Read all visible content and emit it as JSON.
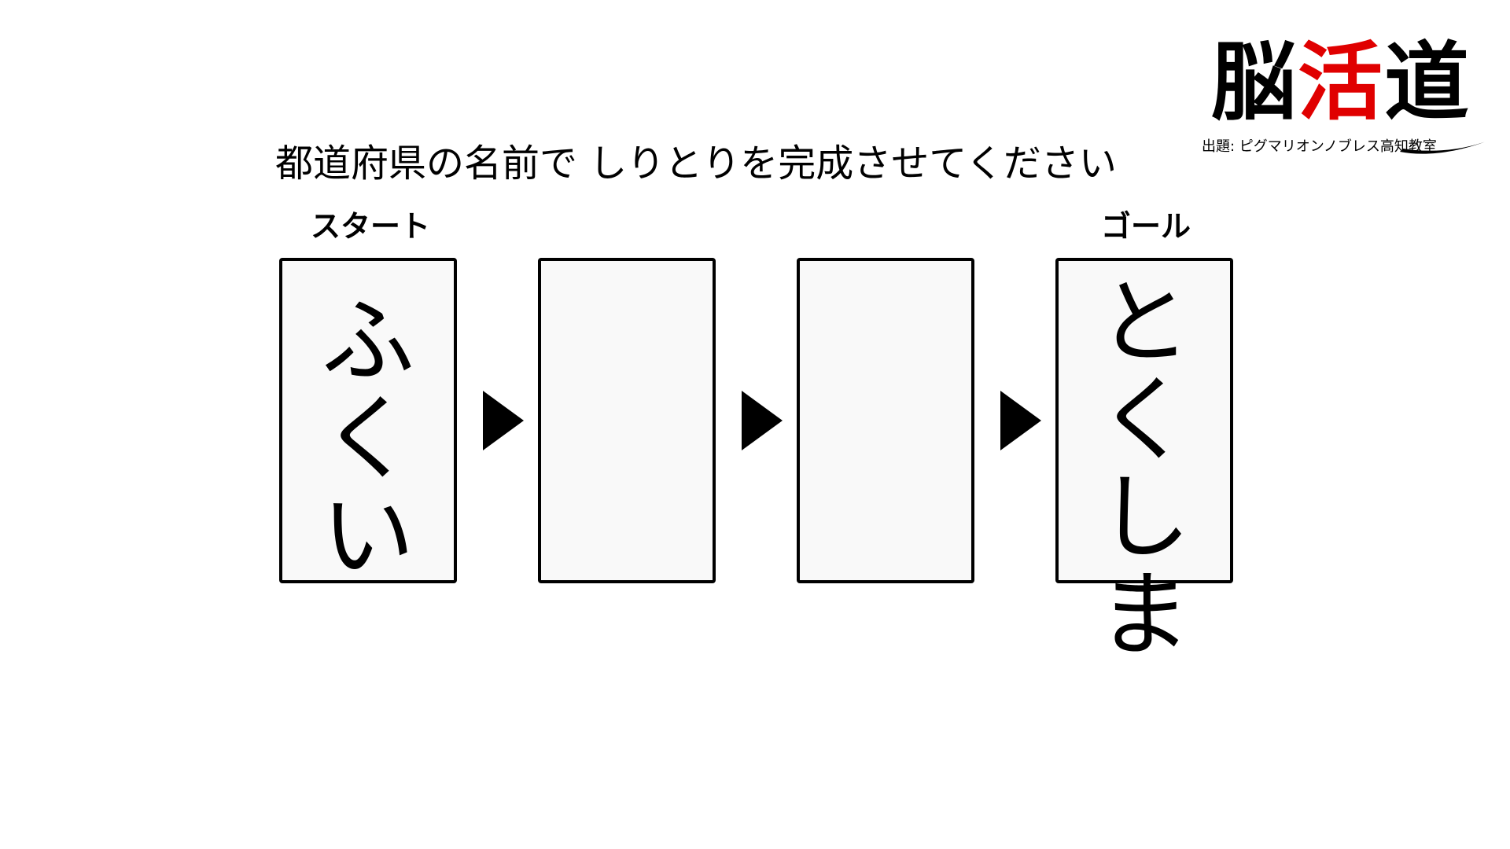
{
  "logo": {
    "chars": [
      "脳",
      "活",
      "道"
    ],
    "accent_color": "#e00000"
  },
  "credit": "出題: ピグマリオンノブレス高知教室",
  "title": "都道府県の名前で しりとりを完成させてください",
  "labels": {
    "start": "スタート",
    "goal": "ゴール"
  },
  "cards": [
    {
      "kana": [
        "ふ",
        "く",
        "い"
      ]
    },
    {
      "kana": []
    },
    {
      "kana": []
    },
    {
      "kana": [
        "と",
        "く",
        "し",
        "ま"
      ]
    }
  ],
  "arrow_icon": "triangle-right-icon"
}
